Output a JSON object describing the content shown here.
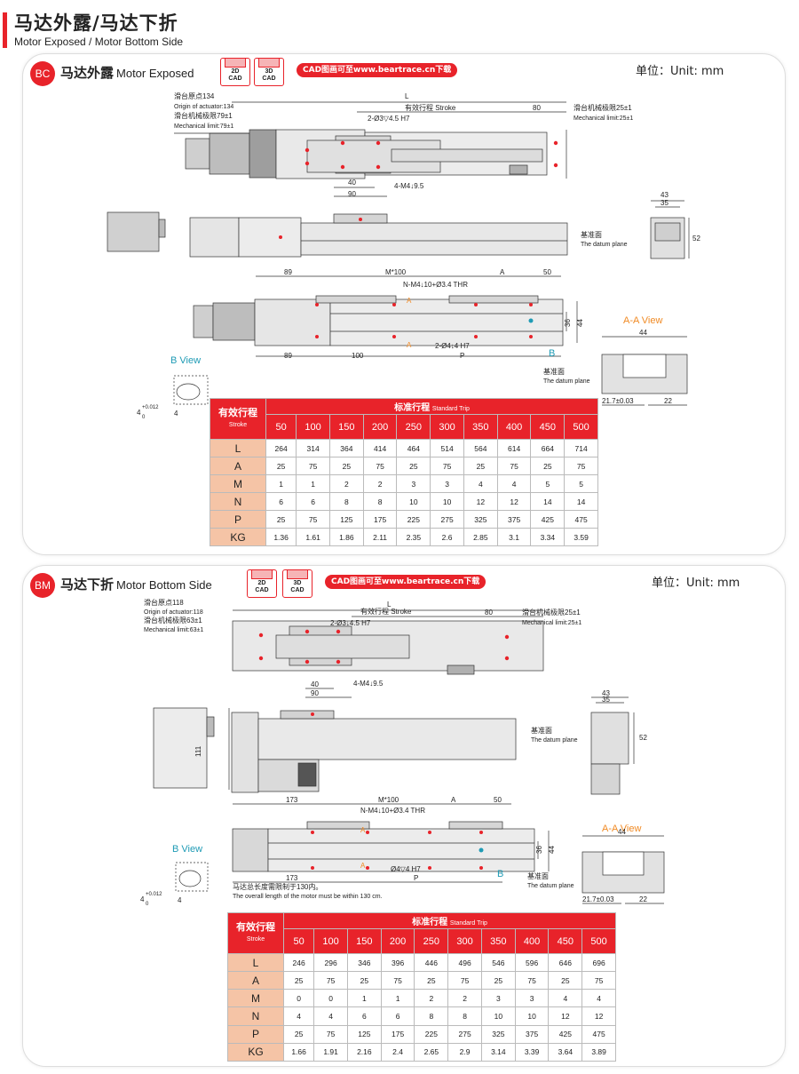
{
  "header": {
    "title_cn": "马达外露/马达下折",
    "title_en": "Motor Exposed / Motor Bottom Side"
  },
  "colors": {
    "accent": "#e8232a",
    "row_header": "#f5c4a6",
    "view_label": "#f08a24",
    "b_view": "#1f9bb5"
  },
  "sections": [
    {
      "code": "BC",
      "title_cn": "马达外露",
      "title_en": "Motor Exposed",
      "cad2d": "2D",
      "cad3d": "3D",
      "cad_word": "CAD",
      "download": "CAD图画可至www.beartrace.cn下载",
      "unit": "单位：Unit: mm",
      "labels": {
        "origin_cn": "滑台原点134",
        "origin_en": "Origin of actuator:134",
        "mech_cn": "滑台机械极限79±1",
        "mech_en": "Mechanical limit:79±1",
        "mech_r_cn": "滑台机械极限25±1",
        "mech_r_en": "Mechanical limit:25±1",
        "L": "L",
        "stroke": "有效行程 Stroke",
        "d80": "80",
        "hole1": "2-Ø3▽4.5 H7",
        "d40": "40",
        "d90": "90",
        "m4": "4-M4↓9.5",
        "d43": "43",
        "d35": "35",
        "d52": "52",
        "datum_cn": "基准面",
        "datum_en": "The datum plane",
        "d89a": "89",
        "m100": "M*100",
        "dA": "A",
        "d50": "50",
        "nm4": "N-M4↓10+Ø3.4 THR",
        "aMark": "A",
        "d36": "36",
        "d44": "44",
        "hole2": "2-Ø4↓4 H7",
        "d89b": "89",
        "d100": "100",
        "dP": "P",
        "bMark": "B",
        "aaView": "A-A View",
        "aa44": "44",
        "aaDatum_cn": "基准面",
        "aaDatum_en": "The datum plane",
        "aa217": "21.7±0.03",
        "aa22": "22",
        "bView": "B View",
        "b4": "4",
        "btol": "+0.012",
        "b0": "0",
        "b4b": "4"
      },
      "table": {
        "corner_cn": "有效行程",
        "corner_en": "Stroke",
        "std_cn": "标准行程",
        "std_en": "Standard Trip",
        "cols": [
          "50",
          "100",
          "150",
          "200",
          "250",
          "300",
          "350",
          "400",
          "450",
          "500"
        ],
        "rows": [
          {
            "h": "L",
            "v": [
              "264",
              "314",
              "364",
              "414",
              "464",
              "514",
              "564",
              "614",
              "664",
              "714"
            ]
          },
          {
            "h": "A",
            "v": [
              "25",
              "75",
              "25",
              "75",
              "25",
              "75",
              "25",
              "75",
              "25",
              "75"
            ]
          },
          {
            "h": "M",
            "v": [
              "1",
              "1",
              "2",
              "2",
              "3",
              "3",
              "4",
              "4",
              "5",
              "5"
            ]
          },
          {
            "h": "N",
            "v": [
              "6",
              "6",
              "8",
              "8",
              "10",
              "10",
              "12",
              "12",
              "14",
              "14"
            ]
          },
          {
            "h": "P",
            "v": [
              "25",
              "75",
              "125",
              "175",
              "225",
              "275",
              "325",
              "375",
              "425",
              "475"
            ]
          },
          {
            "h": "KG",
            "v": [
              "1.36",
              "1.61",
              "1.86",
              "2.11",
              "2.35",
              "2.6",
              "2.85",
              "3.1",
              "3.34",
              "3.59"
            ]
          }
        ]
      }
    },
    {
      "code": "BM",
      "title_cn": "马达下折",
      "title_en": "Motor Bottom Side",
      "cad2d": "2D",
      "cad3d": "3D",
      "cad_word": "CAD",
      "download": "CAD图画可至www.beartrace.cn下载",
      "unit": "单位：Unit: mm",
      "labels": {
        "origin_cn": "滑台原点118",
        "origin_en": "Origin of actuator:118",
        "mech_cn": "滑台机械极限63±1",
        "mech_en": "Mechanical limit:63±1",
        "mech_r_cn": "滑台机械极限25±1",
        "mech_r_en": "Mechanical limit:25±1",
        "L": "L",
        "stroke": "有效行程 Stroke",
        "d80": "80",
        "hole1": "2-Ø3↓4.5 H7",
        "d40": "40",
        "d90": "90",
        "m4": "4-M4↓9.5",
        "d111": "111",
        "d43": "43",
        "d35": "35",
        "d52": "52",
        "datum_cn": "基准面",
        "datum_en": "The datum plane",
        "d173a": "173",
        "m100": "M*100",
        "dA": "A",
        "d50": "50",
        "nm4": "N-M4↓10+Ø3.4 THR",
        "aMark": "A",
        "d36": "36",
        "d44": "44",
        "hole2": "Ø4▽4 H7",
        "d173b": "173",
        "dP": "P",
        "bMark": "B",
        "note_cn": "马达总长度需限制于130内。",
        "note_en": "The overall length of the motor must be within 130 cm.",
        "aaView": "A-A View",
        "aa44": "44",
        "aaDatum_cn": "基准面",
        "aaDatum_en": "The datum plane",
        "aa217": "21.7±0.03",
        "aa22": "22",
        "bView": "B View",
        "b4": "4",
        "btol": "+0.012",
        "b0": "0",
        "b4b": "4"
      },
      "table": {
        "corner_cn": "有效行程",
        "corner_en": "Stroke",
        "std_cn": "标准行程",
        "std_en": "Standard Trip",
        "cols": [
          "50",
          "100",
          "150",
          "200",
          "250",
          "300",
          "350",
          "400",
          "450",
          "500"
        ],
        "rows": [
          {
            "h": "L",
            "v": [
              "246",
              "296",
              "346",
              "396",
              "446",
              "496",
              "546",
              "596",
              "646",
              "696"
            ]
          },
          {
            "h": "A",
            "v": [
              "25",
              "75",
              "25",
              "75",
              "25",
              "75",
              "25",
              "75",
              "25",
              "75"
            ]
          },
          {
            "h": "M",
            "v": [
              "0",
              "0",
              "1",
              "1",
              "2",
              "2",
              "3",
              "3",
              "4",
              "4"
            ]
          },
          {
            "h": "N",
            "v": [
              "4",
              "4",
              "6",
              "6",
              "8",
              "8",
              "10",
              "10",
              "12",
              "12"
            ]
          },
          {
            "h": "P",
            "v": [
              "25",
              "75",
              "125",
              "175",
              "225",
              "275",
              "325",
              "375",
              "425",
              "475"
            ]
          },
          {
            "h": "KG",
            "v": [
              "1.66",
              "1.91",
              "2.16",
              "2.4",
              "2.65",
              "2.9",
              "3.14",
              "3.39",
              "3.64",
              "3.89"
            ]
          }
        ]
      }
    }
  ]
}
